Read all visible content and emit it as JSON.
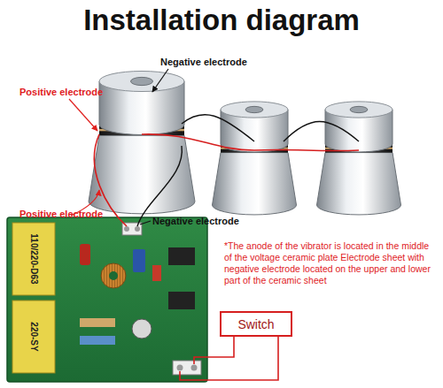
{
  "diagram": {
    "title": "Installation diagram",
    "nodes": [
      {
        "text": [
          "Switch"
        ]
      }
    ],
    "edges": [],
    "labels": [
      "Negative electrode",
      "Positive electrode",
      "Positive electrode",
      "Negative electrode",
      "110/220-D63",
      "220-SY",
      "*The anode of the vibrator is located in the middle of the voltage ceramic plate Electrode sheet with negative electrode located on the upper and lower part of the ceramic sheet"
    ]
  }
}
